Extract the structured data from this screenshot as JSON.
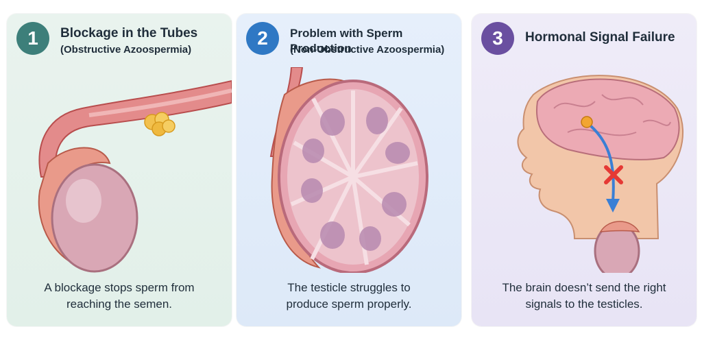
{
  "panels": [
    {
      "number": "1",
      "title": "Blockage in the Tubes",
      "subtitle": "(Obstructive Azoospermia)",
      "caption_line1": "A blockage stops sperm from",
      "caption_line2": "reaching the semen.",
      "badge_color": "#3d7f7a"
    },
    {
      "number": "2",
      "title": "Problem with Sperm Production",
      "subtitle": "(Non-Obstructive Azoospermia)",
      "caption_line1": "The testicle struggles to",
      "caption_line2": "produce sperm properly.",
      "badge_color": "#2f78c4"
    },
    {
      "number": "3",
      "title": "Hormonal Signal Failure",
      "subtitle": "",
      "caption_line1": "The brain doesn’t send the right",
      "caption_line2": "signals to the testicles.",
      "badge_color": "#6a4fa0"
    }
  ],
  "icons": {
    "blocked": "x-mark-icon",
    "signal": "arrow-down-icon"
  },
  "colors": {
    "tissue": "#d96b6b",
    "testis": "#d9a7b5",
    "blockage": "#f2c14e",
    "block_mark": "#e53935",
    "signal_arrow": "#3a7fd5"
  }
}
